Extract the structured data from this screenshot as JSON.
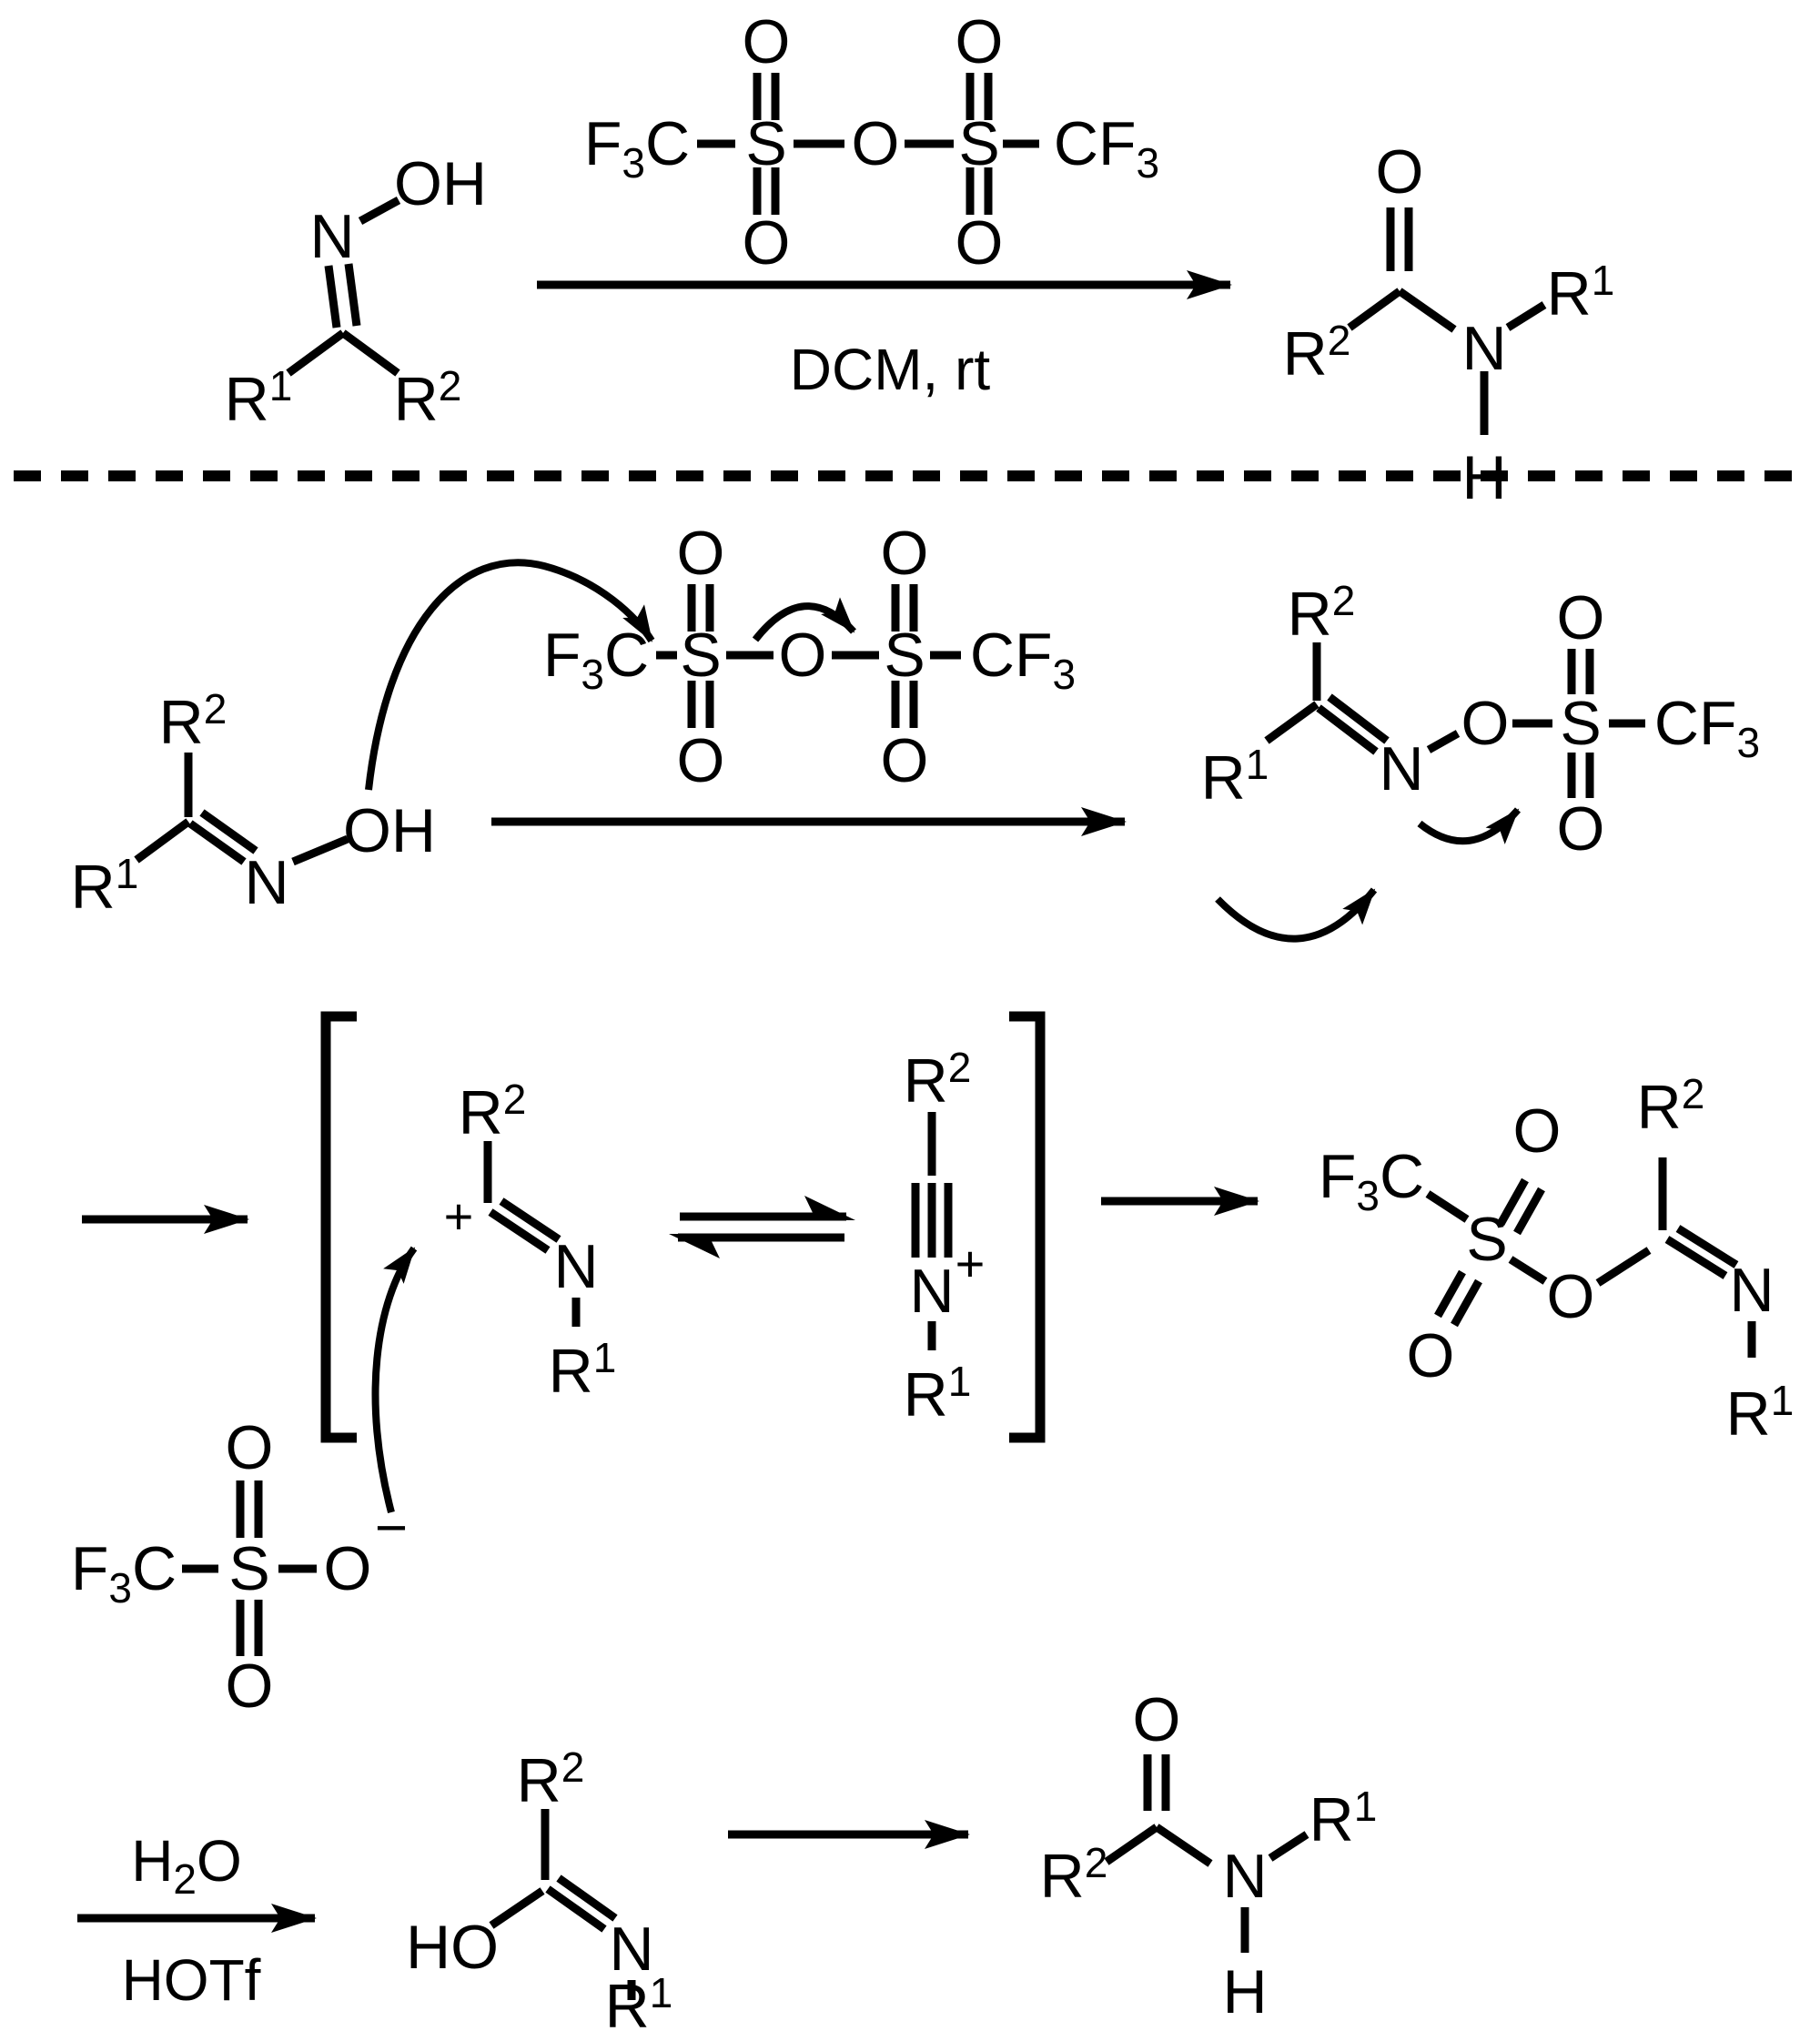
{
  "colors": {
    "ink": "#000000",
    "background": "#ffffff"
  },
  "labels": {
    "N": "N",
    "O": "O",
    "S": "S",
    "C": "C",
    "F": "F",
    "H": "H",
    "R": "R",
    "OH": "OH",
    "HO": "HO",
    "sub2": "2",
    "sub3": "3",
    "sup1": "1",
    "sup2": "2",
    "plus": "+",
    "minus": "−"
  },
  "conditions": {
    "step1": "DCM, rt",
    "hydrolysis_reagent_parts": {
      "h": "H",
      "two": "2",
      "o": "O"
    },
    "hydrolysis_acid": "HOTf"
  }
}
